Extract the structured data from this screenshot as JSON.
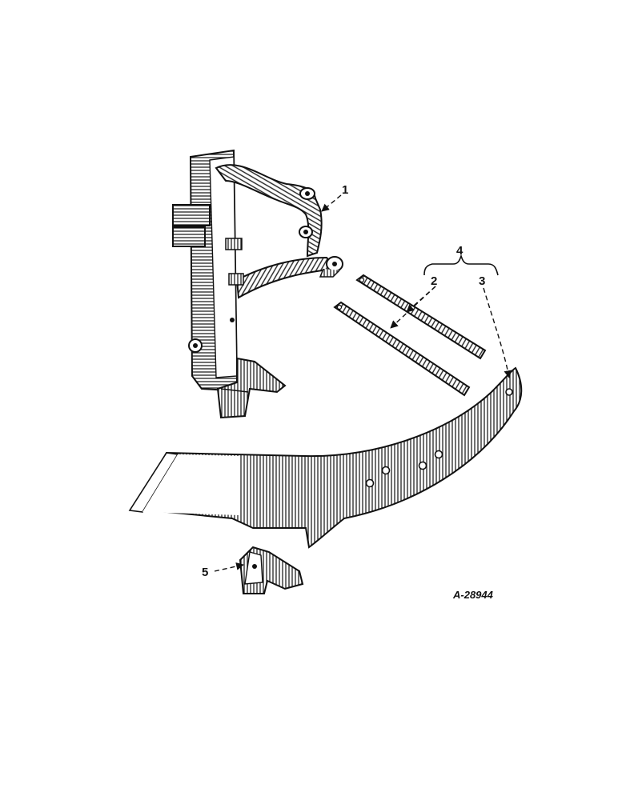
{
  "diagram": {
    "callouts": {
      "frame": "1",
      "strips": "2",
      "moldboard": "3",
      "assembly": "4",
      "bracket": "5"
    },
    "reference_code": "A-28944"
  },
  "colors": {
    "ink": "#111111",
    "paper": "#ffffff",
    "shade": "#3a3a3a"
  }
}
